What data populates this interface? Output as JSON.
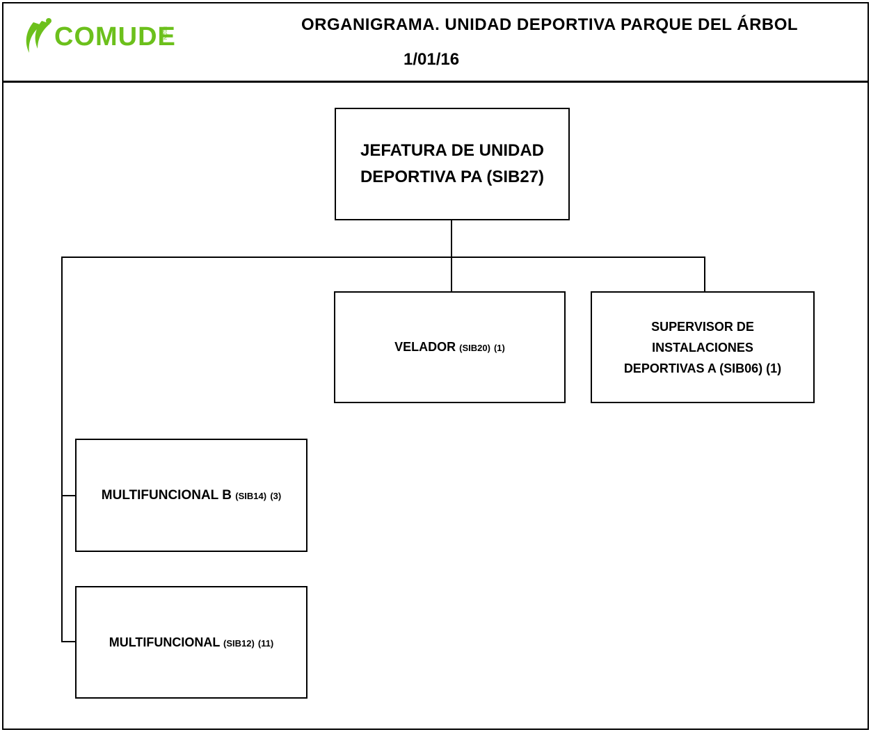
{
  "header": {
    "logo_text": "COMUDE",
    "logo_sub": "LEÓN",
    "title": "ORGANIGRAMA. UNIDAD DEPORTIVA PARQUE DEL ÁRBOL",
    "date": "1/01/16"
  },
  "org": {
    "root": {
      "line1": "JEFATURA DE UNIDAD",
      "line2": "DEPORTIVA PA (SIB27)"
    },
    "velador": {
      "name": "VELADOR",
      "code": "(SIB20)",
      "count": "(1)"
    },
    "supervisor": {
      "line1": "SUPERVISOR DE",
      "line2": "INSTALACIONES",
      "line3": "DEPORTIVAS A (SIB06) (1)"
    },
    "multifuncional_b": {
      "name": "MULTIFUNCIONAL B",
      "code": "(SIB14)",
      "count": "(3)"
    },
    "multifuncional": {
      "name": "MULTIFUNCIONAL",
      "code": "(SIB12)",
      "count": "(11)"
    }
  },
  "colors": {
    "logo_green": "#6cc01c",
    "lines": "#000000"
  }
}
